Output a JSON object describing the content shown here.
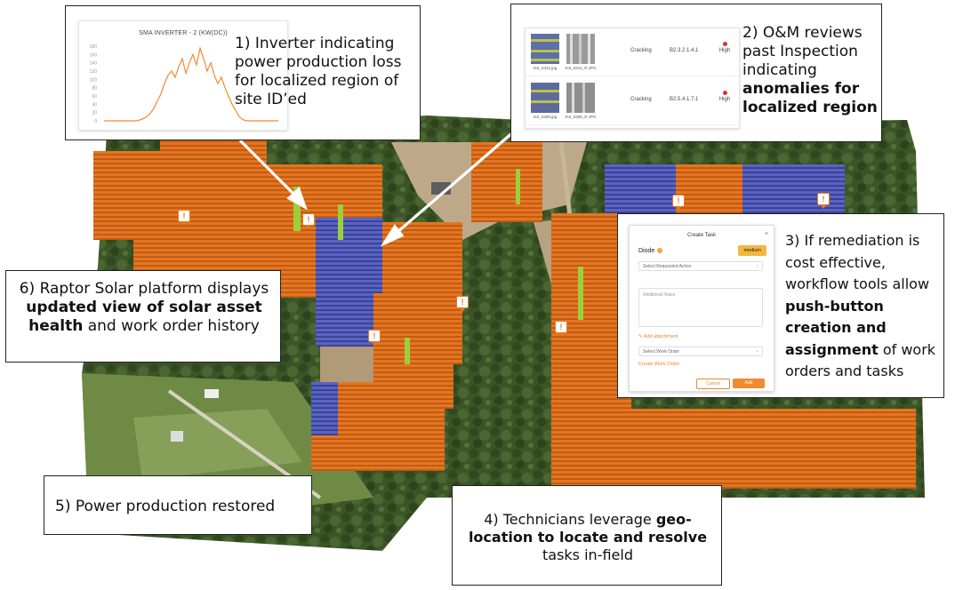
{
  "callouts": {
    "c1": {
      "text": "1) Inverter indicating power production loss for localized region of site ID’ed"
    },
    "c2": {
      "text_plain": "2) O&M reviews past Inspection indicating",
      "text_bold": "anomalies for localized region"
    },
    "c3": {
      "text_pre": "3) If remediation is cost effective, workflow tools allow",
      "text_bold": "push-button creation and assignment",
      "text_post": "of work orders and tasks"
    },
    "c4": {
      "text_pre": "4) Technicians leverage",
      "text_bold": "geo-location to locate and resolve",
      "text_post": "tasks in-field"
    },
    "c5": {
      "text": "5) Power production restored"
    },
    "c6": {
      "text_pre": "6) Raptor Solar platform displays",
      "text_bold": "updated view of solar asset health",
      "text_post": "and work order history"
    }
  },
  "inverter_chart": {
    "title": "SMA INVERTER - 2 (KW(DC))",
    "y_ticks": [
      "180",
      "160",
      "140",
      "120",
      "100",
      "80",
      "60",
      "40",
      "20",
      "0"
    ],
    "line_color": "#f08a2e",
    "series": [
      0,
      0,
      0,
      0,
      0,
      0,
      0,
      0,
      0,
      0,
      2,
      5,
      10,
      18,
      30,
      48,
      65,
      90,
      110,
      120,
      105,
      130,
      150,
      115,
      140,
      160,
      135,
      175,
      150,
      120,
      140,
      110,
      90,
      105,
      80,
      60,
      40,
      25,
      10,
      3,
      0,
      0,
      0,
      0,
      0,
      0,
      0,
      0,
      0,
      0
    ]
  },
  "inspection_table": {
    "rows": [
      {
        "files": [
          "DJI_0422.jpg",
          "DJI_0421_R.JPG"
        ],
        "type": "Cracking",
        "location": "B2.3.2.1.4.1",
        "severity": "High"
      },
      {
        "files": [
          "DJI_0469.jpg",
          "DJI_0469_R.JPG"
        ],
        "type": "Cracking",
        "location": "B2.5.4.1.7.1",
        "severity": "High"
      }
    ]
  },
  "create_task": {
    "title": "Create Task",
    "close": "×",
    "field": "Diode",
    "priority": "medium",
    "requested_action_placeholder": "Select Requested Action",
    "notes_placeholder": "Additional Notes",
    "attachment": "Add attachment",
    "work_order_placeholder": "Select Work Order",
    "create_work_order": "Create Work Order",
    "cancel": "Cancel",
    "add": "Add"
  },
  "map": {
    "marker_glyph": "!",
    "colors": {
      "panel_orange": "#e8741f",
      "panel_blue": "#5a63c4",
      "panel_green": "#9ccf3a",
      "vegetation": "#3e5a2a",
      "ground": "#bda98a"
    }
  }
}
